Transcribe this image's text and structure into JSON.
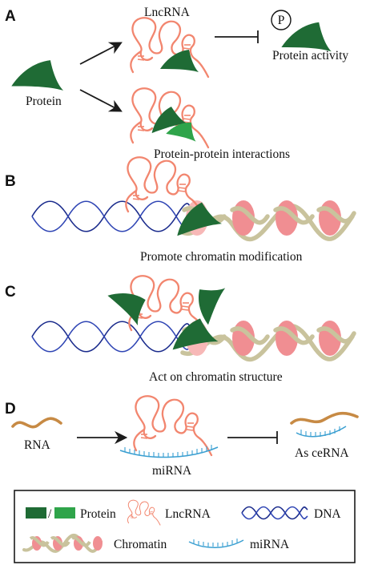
{
  "panels": {
    "A": {
      "letter": "A",
      "lncrna_label": "LncRNA",
      "protein_label": "Protein",
      "phospho_symbol": "P",
      "activity_label": "Protein activity",
      "interaction_label": "Protein-protein interactions"
    },
    "B": {
      "letter": "B",
      "caption": "Promote chromatin modification"
    },
    "C": {
      "letter": "C",
      "caption": "Act on chromatin structure"
    },
    "D": {
      "letter": "D",
      "rna_label": "RNA",
      "mirna_label": "miRNA",
      "ceRNA_label": "As ceRNA"
    }
  },
  "legend": {
    "protein_sep": "/",
    "protein": "Protein",
    "lncrna": "LncRNA",
    "dna": "DNA",
    "chromatin": "Chromatin",
    "mirna": "miRNA"
  },
  "colors": {
    "lncrna": "#f2866f",
    "protein_dark": "#1f6b35",
    "protein_light": "#2fa44a",
    "dna": "#1a2b8c",
    "chromatin": "#c9c39d",
    "nucleosome": "#f08e92",
    "rna": "#c78a44",
    "mirna": "#3a9fd1"
  },
  "icons": [
    "lncrna-icon",
    "protein-icon",
    "dna-icon",
    "chromatin-icon",
    "mirna-icon",
    "rna-icon",
    "phosphate-icon",
    "arrow-icon",
    "inhibition-icon"
  ]
}
